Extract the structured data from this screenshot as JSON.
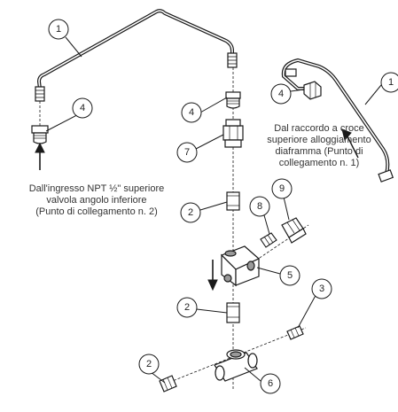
{
  "callouts": [
    "1",
    "4",
    "1",
    "4",
    "7",
    "2",
    "8",
    "9",
    "5",
    "3",
    "2",
    "2",
    "6"
  ],
  "notes": {
    "left": "Dall'ingresso NPT ½\" superiore\nvalvola angolo inferiore\n(Punto di collegamento n. 2)",
    "right": "Dal raccordo a croce\nsuperiore alloggiamento\ndiaframma (Punto di\ncollegamento n. 1)"
  },
  "colors": {
    "line": "#1a1a1a",
    "part_fill": "#ffffff",
    "shade": "#9a9a9a"
  },
  "icons": {
    "flow_arrow_left": "arrow-up",
    "flow_arrow_center": "arrow-down"
  }
}
